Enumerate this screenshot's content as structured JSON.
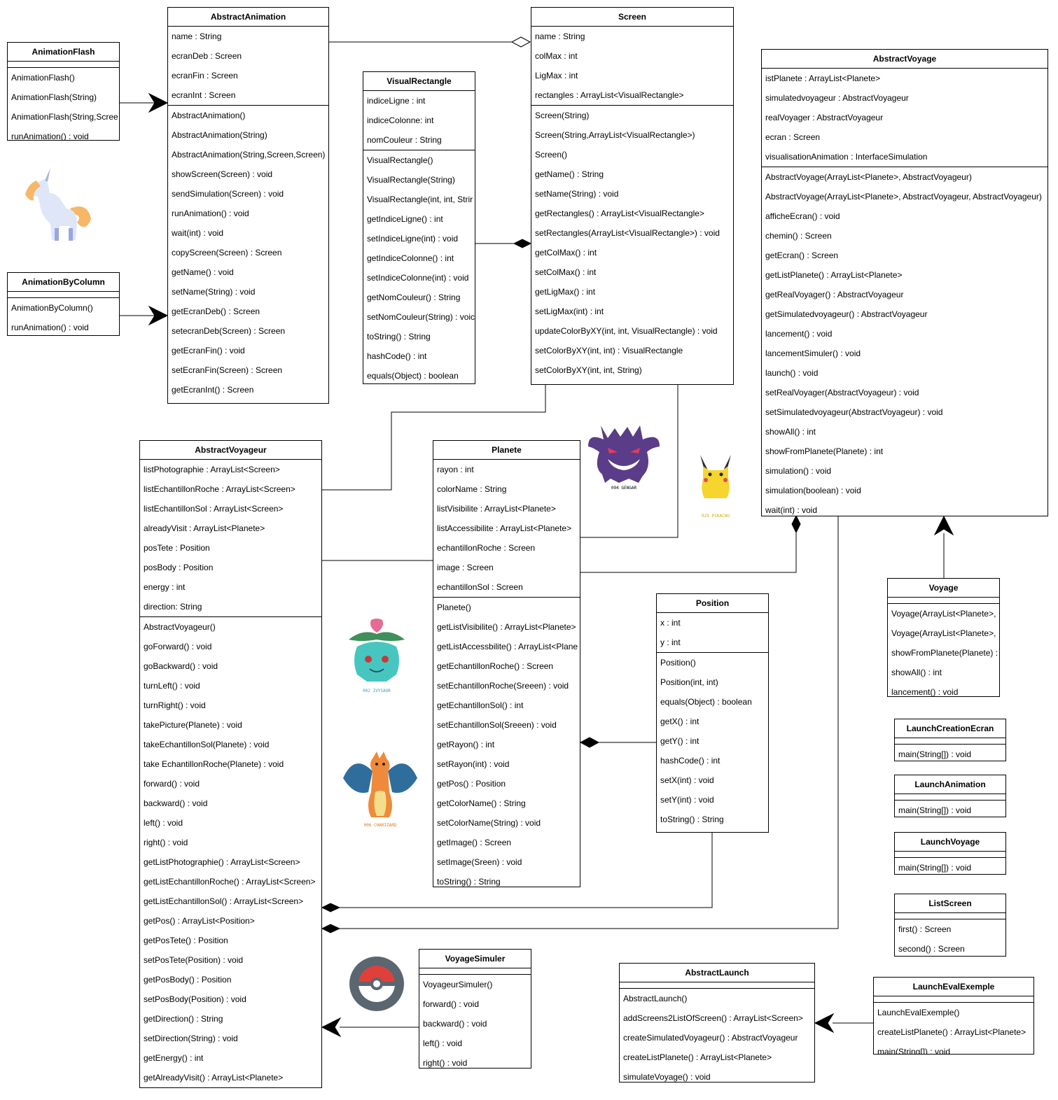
{
  "classes": {
    "animationFlash": {
      "name": "AnimationFlash",
      "attributes": [],
      "methods": [
        "AnimationFlash()",
        "AnimationFlash(String)",
        "AnimationFlash(String,Scree",
        "runAnimation() : void"
      ]
    },
    "animationByColumn": {
      "name": "AnimationByColumn",
      "attributes": [],
      "methods": [
        "AnimationByColumn()",
        "runAnimation() : void"
      ]
    },
    "abstractAnimation": {
      "name": "AbstractAnimation",
      "attributes": [
        "name : String",
        "ecranDeb : Screen",
        "ecranFin : Screen",
        "ecranInt : Screen"
      ],
      "methods": [
        "AbstractAnimation()",
        "AbstractAnimation(String)",
        "AbstractAnimation(String,Screen,Screen)",
        "showScreen(Screen) : void",
        "sendSimulation(Screen) : void",
        "runAnimation() : void",
        "wait(int) : void",
        "copyScreen(Screen) : Screen",
        "getName() : void",
        "setName(String) : void",
        "getEcranDeb() : Screen",
        "setecranDeb(Screen) : Screen",
        "getEcranFin() : void",
        "setEcranFin(Screen) : Screen",
        "getEcranInt() : Screen"
      ]
    },
    "visualRectangle": {
      "name": "VisualRectangle",
      "attributes": [
        "indiceLigne : int",
        "indiceColonne:  int",
        "nomCouleur : String"
      ],
      "methods": [
        "VisualRectangle()",
        "VisualRectangle(String)",
        "VisualRectangle(int, int, Strir",
        "getIndiceLigne() : int",
        "setIndiceLigne(int) : void",
        "getIndiceColonne() : int",
        "setIndiceColonne(int) : void",
        "getNomCouleur() : String",
        "setNomCouleur(String) : voic",
        "toString() : String",
        "hashCode() : int",
        "equals(Object) : boolean"
      ]
    },
    "screen": {
      "name": "Screen",
      "attributes": [
        "name : String",
        "colMax : int",
        "LigMax : int",
        "rectangles : ArrayList<VisualRectangle>"
      ],
      "methods": [
        "Screen(String)",
        "Screen(String,ArrayList<VisualRectangle>)",
        "Screen()",
        "getName() : String",
        "setName(String) : void",
        "getRectangles() : ArrayList<VisualRectangle>",
        "setRectangles(ArrayList<VisualRectangle>) : void",
        "getColMax() : int",
        "setColMax() : int",
        "getLigMax() : int",
        "setLigMax(int) : int",
        "updateColorByXY(int, int, VisualRectangle) : void",
        "setColorByXY(int, int) : VisualRectangle",
        "setColorByXY(int, int, String)"
      ]
    },
    "abstractVoyage": {
      "name": "AbstractVoyage",
      "attributes": [
        "istPlanete : ArrayList<Planete>",
        "simulatedvoyageur : AbstractVoyageur",
        "realVoyager : AbstractVoyageur",
        "ecran : Screen",
        "visualisationAnimation : InterfaceSimulation"
      ],
      "methods": [
        "AbstractVoyage(ArrayList<Planete>, AbstractVoyageur)",
        "AbstractVoyage(ArrayList<Planete>, AbstractVoyageur, AbstractVoyageur)",
        "afficheEcran() : void",
        "chemin() : Screen",
        "getEcran() : Screen",
        "getListPlanete() : ArrayList<Planete>",
        "getRealVoyager() : AbstractVoyageur",
        "getSimulatedvoyageur() : AbstractVoyageur",
        "lancement() : void",
        "lancementSimuler() : void",
        "launch() : void",
        "setRealVoyager(AbstractVoyageur) : void",
        "setSimulatedvoyageur(AbstractVoyageur) : void",
        "showAll() : int",
        "showFromPlanete(Planete) : int",
        "simulation() : void",
        "simulation(boolean) : void",
        "wait(int) : void"
      ]
    },
    "abstractVoyageur": {
      "name": "AbstractVoyageur",
      "attributes": [
        "listPhotographie : ArrayList<Screen>",
        "listEchantillonRoche : ArrayList<Screen>",
        "listEchantillonSol : ArrayList<Screen>",
        "alreadyVisit : ArrayList<Planete>",
        "posTete : Position",
        "posBody : Position",
        "energy : int",
        "direction: String"
      ],
      "methods": [
        "AbstractVoyageur()",
        "goForward() : void",
        "goBackward() : void",
        "turnLeft() : void",
        "turnRight() : void",
        "takePicture(Planete) : void",
        "takeEchantillonSol(Planete) : void",
        "take EchantillonRoche(Planete) : void",
        "forward() : void",
        "backward() : void",
        "left() : void",
        "right() : void",
        "getListPhotographie() : ArrayList<Screen>",
        "getListEchantillonRoche() : ArrayList<Screen>",
        "getListEchantillonSol() : ArrayList<Screen>",
        "getPos() : ArrayList<Position>",
        "getPosTete() : Position",
        "setPosTete(Position) : void",
        "getPosBody() : Position",
        "setPosBody(Position) : void",
        "getDirection() : String",
        "setDirection(String) : void",
        "getEnergy() : int",
        "getAlreadyVisit() : ArrayList<Planete>"
      ]
    },
    "planete": {
      "name": "Planete",
      "attributes": [
        "rayon : int",
        "colorName : String",
        "listVisibilite : ArrayList<Planete>",
        "listAccessibilite : ArrayList<Planete>",
        "echantillonRoche : Screen",
        "image : Screen",
        "echantillonSol : Screen"
      ],
      "methods": [
        "Planete()",
        "getListVisibilite() : ArrayList<Planete>",
        "getListAccessbilite() : ArrayList<Plane",
        "getEchantillonRoche() : Screen",
        "setEchantillonRoche(Sreeen) : void",
        "getEchantillonSol() : int",
        "setEchantillonSol(Sreeen) : void",
        "getRayon() : int",
        "setRayon(int) : void",
        "getPos() : Position",
        "getColorName() : String",
        "setColorName(String) : void",
        "getImage() : Screen",
        "setImage(Sreen) : void",
        "toString() : String"
      ]
    },
    "position": {
      "name": "Position",
      "attributes": [
        "x : int",
        "y : int"
      ],
      "methods": [
        "Position()",
        "Position(int, int)",
        "equals(Object) : boolean",
        "getX() : int",
        "getY() : int",
        "hashCode() : int",
        "setX(int) : void",
        "setY(int) : void",
        "toString() : String"
      ]
    },
    "voyage": {
      "name": "Voyage",
      "attributes": [],
      "methods": [
        "Voyage(ArrayList<Planete>,",
        "Voyage(ArrayList<Planete>,",
        "showFromPlanete(Planete) :",
        "showAll() : int",
        "lancement() : void"
      ]
    },
    "launchCreationEcran": {
      "name": "LaunchCreationEcran",
      "attributes": [],
      "methods": [
        "main(String[]) : void"
      ]
    },
    "launchAnimation": {
      "name": "LaunchAnimation",
      "attributes": [],
      "methods": [
        "main(String[]) : void"
      ]
    },
    "launchVoyage": {
      "name": "LaunchVoyage",
      "attributes": [],
      "methods": [
        "main(String[]) : void"
      ]
    },
    "listScreen": {
      "name": "ListScreen",
      "attributes": [],
      "methods": [
        "first() : Screen",
        "second() : Screen"
      ]
    },
    "voyageSimuler": {
      "name": "VoyageSimuler",
      "attributes": [],
      "methods": [
        "VoyageurSimuler()",
        "forward() : void",
        "backward() : void",
        "left() : void",
        "right() : void"
      ]
    },
    "abstractLaunch": {
      "name": "AbstractLaunch",
      "attributes": [],
      "methods": [
        "AbstractLaunch()",
        "addScreens2ListOfScreen() : ArrayList<Screen>",
        "createSimulatedVoyageur() : AbstractVoyageur",
        "createListPlanete() : ArrayList<Planete>",
        "simulateVoyage() : void"
      ]
    },
    "launchEvalExemple": {
      "name": "LaunchEvalExemple",
      "attributes": [],
      "methods": [
        "LaunchEvalExemple()",
        "createListPlanete() : ArrayList<Planete>",
        "main(String[]) : void"
      ]
    }
  },
  "mascots": {
    "gengar": "094 GENGAR",
    "pikachu": "025 PIKACHU",
    "ivysaur": "002 IVYSAUR",
    "charizard": "006 CHARIZARD"
  },
  "colors": {
    "line": "#000000",
    "background": "#ffffff"
  }
}
